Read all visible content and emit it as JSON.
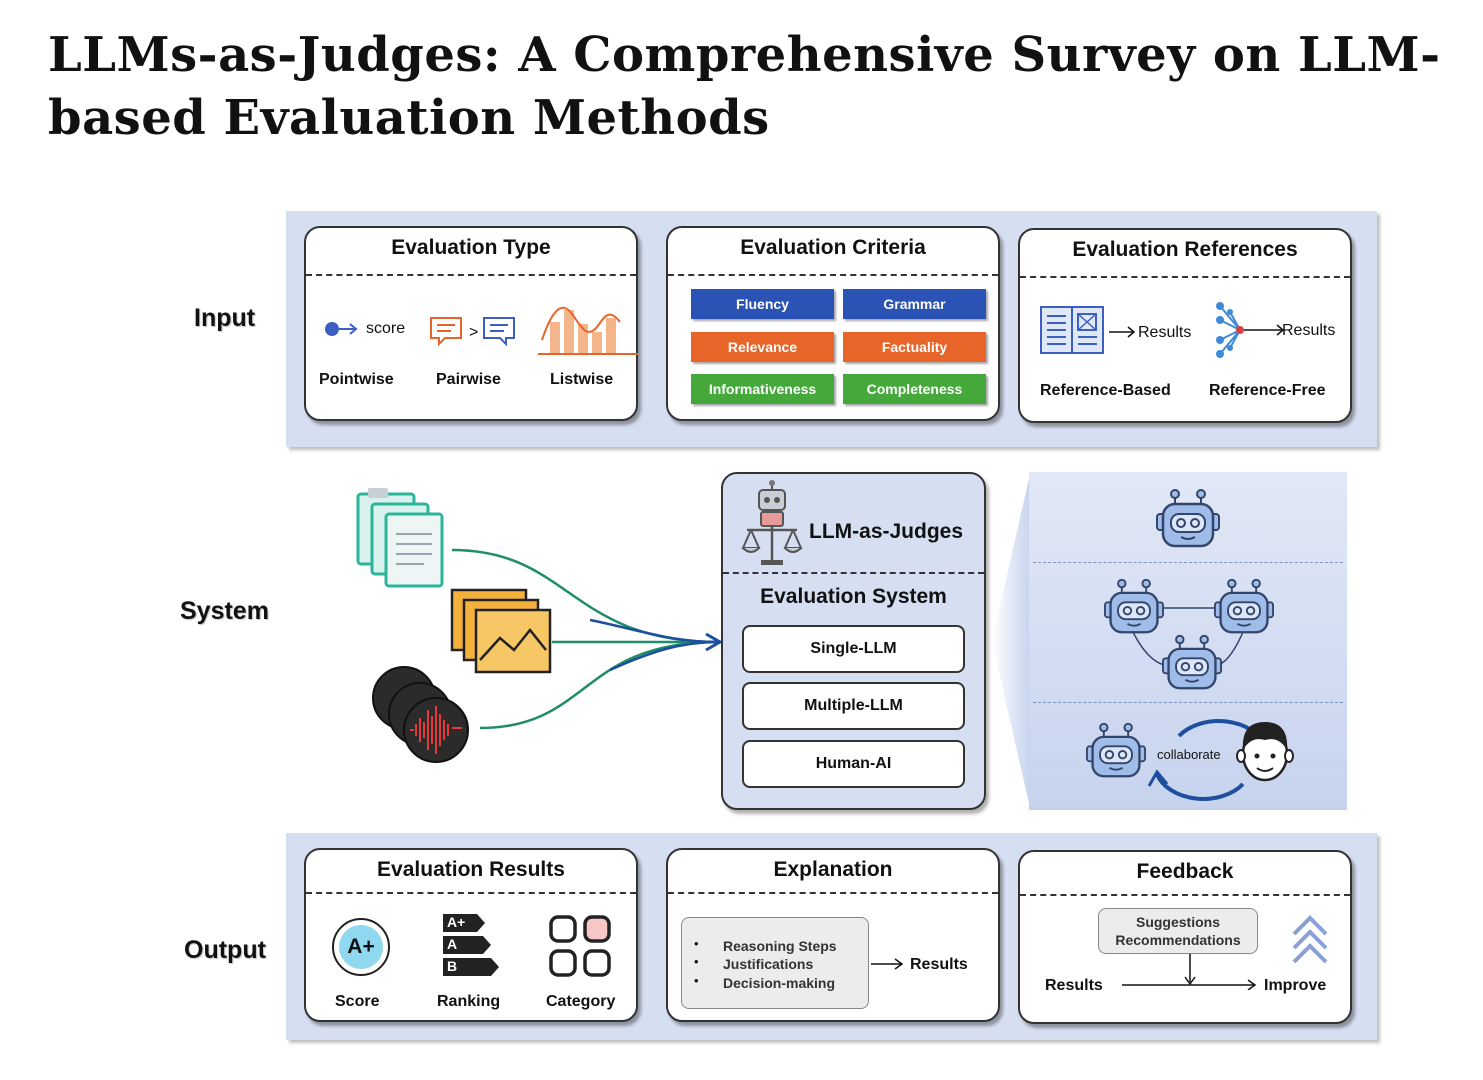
{
  "title": "LLMs-as-Judges: A Comprehensive Survey on LLM-based Evaluation Methods",
  "rows": {
    "input": "Input",
    "system": "System",
    "output": "Output"
  },
  "evaluation_type": {
    "title": "Evaluation Type",
    "score_text": "score",
    "items": [
      "Pointwise",
      "Pairwise",
      "Listwise"
    ]
  },
  "evaluation_criteria": {
    "title": "Evaluation Criteria",
    "items": [
      {
        "label": "Fluency",
        "color": "#2b52b5"
      },
      {
        "label": "Grammar",
        "color": "#2b52b5"
      },
      {
        "label": "Relevance",
        "color": "#e8652a"
      },
      {
        "label": "Factuality",
        "color": "#e8652a"
      },
      {
        "label": "Informativeness",
        "color": "#45a83a"
      },
      {
        "label": "Completeness",
        "color": "#45a83a"
      }
    ]
  },
  "evaluation_references": {
    "title": "Evaluation References",
    "results_label": "Results",
    "items": [
      "Reference-Based",
      "Reference-Free"
    ]
  },
  "system": {
    "box_title": "LLM-as-Judges",
    "section_title": "Evaluation System",
    "buttons": [
      "Single-LLM",
      "Multiple-LLM",
      "Human-AI"
    ],
    "collaborate_label": "collaborate"
  },
  "evaluation_results": {
    "title": "Evaluation Results",
    "grade": "A+",
    "ranks": [
      "A+",
      "A",
      "B"
    ],
    "items": [
      "Score",
      "Ranking",
      "Category"
    ]
  },
  "explanation": {
    "title": "Explanation",
    "bullets": [
      "Reasoning Steps",
      "Justifications",
      "Decision-making"
    ],
    "results_label": "Results"
  },
  "feedback": {
    "title": "Feedback",
    "suggestion_lines": [
      "Suggestions",
      "Recommendations"
    ],
    "results_label": "Results",
    "improve_label": "Improve"
  },
  "colors": {
    "band": "#d6dff2",
    "robot": "#9fbde8",
    "robot_stroke": "#33456b",
    "green_curve": "#1f8c6a",
    "blue_curve": "#1d4f9e",
    "chevron": "#8aa0d6"
  }
}
